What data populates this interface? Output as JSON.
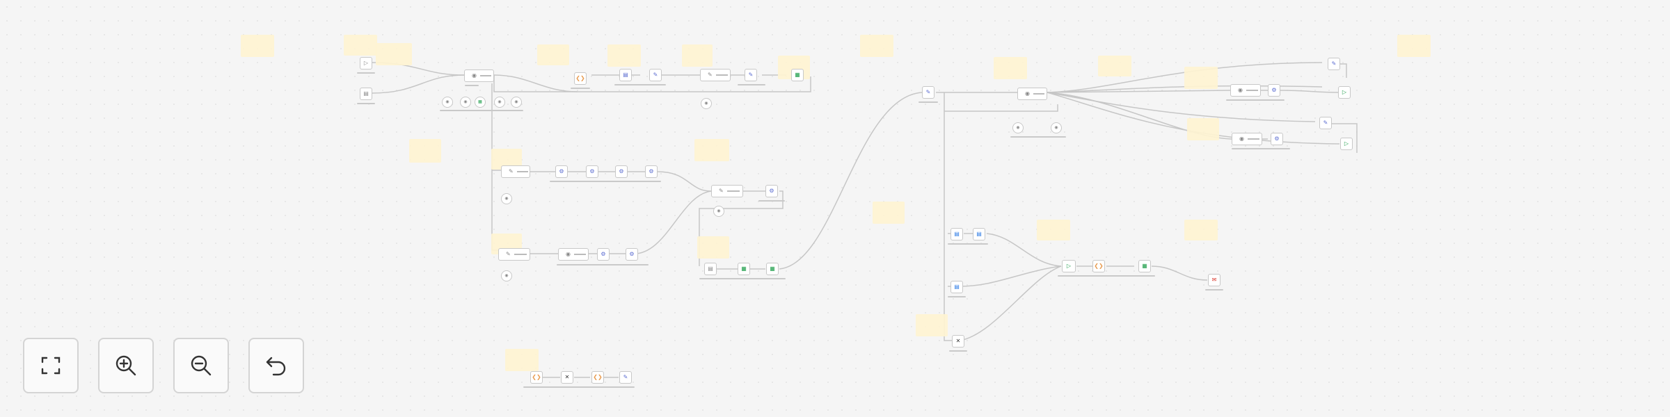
{
  "canvas": {
    "background": "#f5f5f5",
    "sticky_color": "#fff4d1"
  },
  "icons": {
    "pencil": "✎",
    "gear": "⚙",
    "play": "▷",
    "doc": "▤",
    "sheet": "▦",
    "x": "✕",
    "mail": "✉",
    "code": "❮❯",
    "clock": "◷",
    "brain": "◉"
  },
  "controls": [
    {
      "name": "zoom-to-fit-button",
      "icon": "fit-icon"
    },
    {
      "name": "zoom-in-button",
      "icon": "zoom-in-icon"
    },
    {
      "name": "zoom-out-button",
      "icon": "zoom-out-icon"
    },
    {
      "name": "reset-zoom-button",
      "icon": "undo-icon"
    }
  ]
}
